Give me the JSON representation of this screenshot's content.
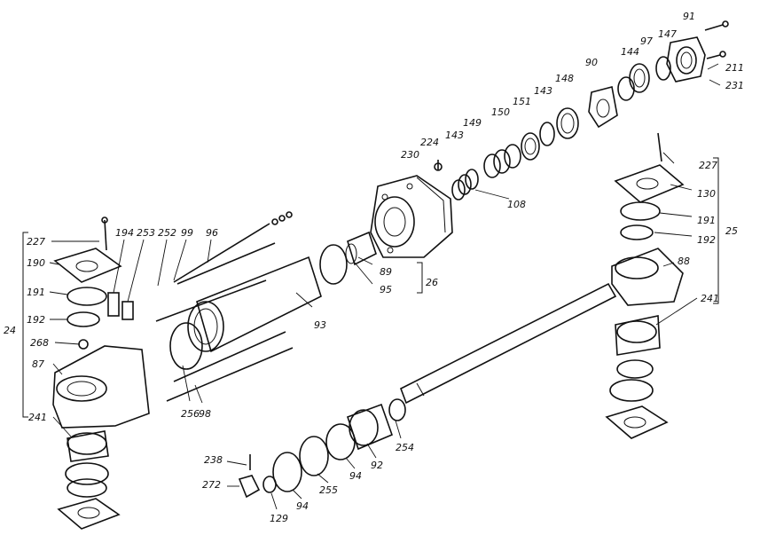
{
  "labels": {
    "l91": "91",
    "l211": "211",
    "l231": "231",
    "l147": "147",
    "l97": "97",
    "l144": "144",
    "l90": "90",
    "l148": "148",
    "l143a": "143",
    "l151": "151",
    "l150": "150",
    "l149": "149",
    "l143b": "143",
    "l224": "224",
    "l230": "230",
    "l108": "108",
    "l227r": "227",
    "l130": "130",
    "l191r": "191",
    "l192r": "192",
    "l25": "25",
    "l88": "88",
    "l241r": "241",
    "l89": "89",
    "l95": "95",
    "l26": "26",
    "l93": "93",
    "l227l": "227",
    "l194": "194",
    "l253": "253",
    "l252": "252",
    "l99": "99",
    "l96": "96",
    "l190": "190",
    "l191l": "191",
    "l192l": "192",
    "l24": "24",
    "l268": "268",
    "l87": "87",
    "l241l": "241",
    "l256": "256",
    "l98": "98",
    "l254": "254",
    "l92": "92",
    "l94a": "94",
    "l255": "255",
    "l238": "238",
    "l272": "272",
    "l94b": "94",
    "l129": "129"
  }
}
